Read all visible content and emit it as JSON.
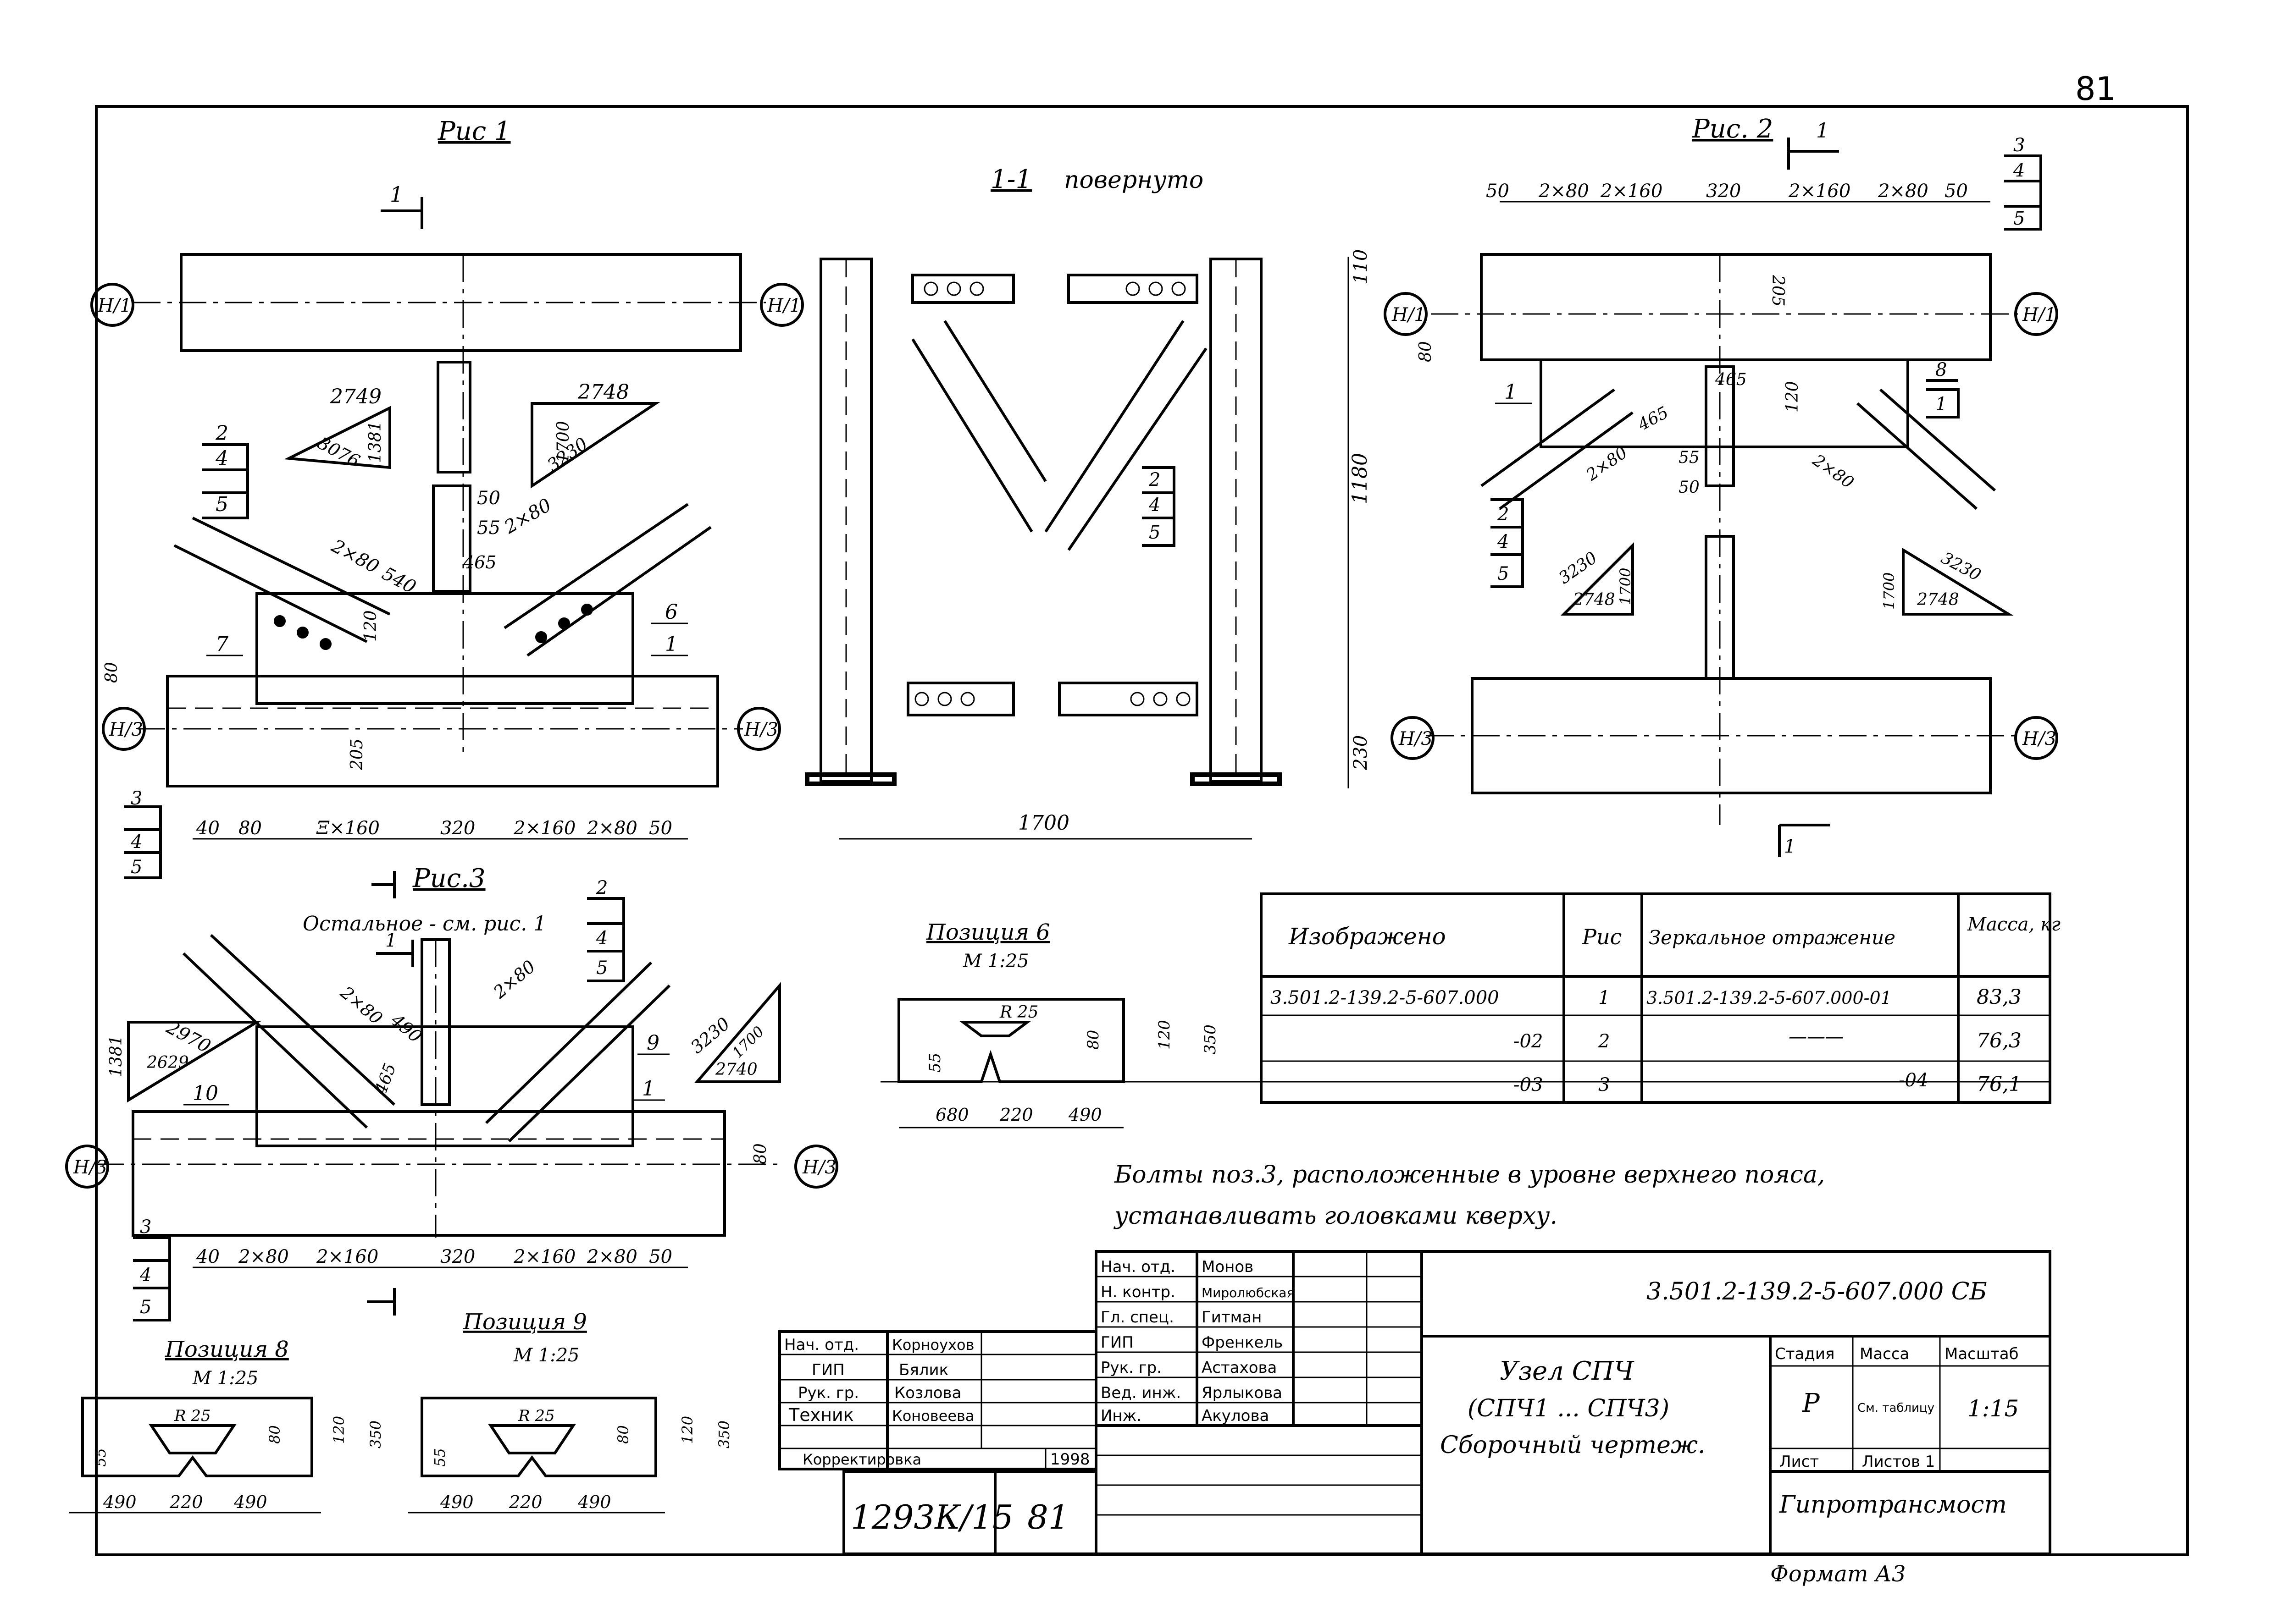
{
  "page_number": "81",
  "figures": {
    "fig1": {
      "title": "Рис 1",
      "section_mark": "1",
      "grid_left": "Н/1",
      "grid_right": "Н/1",
      "grid_bottom_left": "Н/3",
      "grid_bottom_right": "Н/3",
      "slope_left": {
        "top": "2749",
        "hyp": "3076",
        "side": "1381"
      },
      "slope_right": {
        "top": "2748",
        "hyp": "3230",
        "side": "1700"
      },
      "callouts": [
        "2",
        "4",
        "5",
        "7",
        "6",
        "1",
        "3",
        "4",
        "5"
      ],
      "dims": [
        "2×80",
        "540",
        "50",
        "55",
        "2×80",
        "465",
        "120",
        "205",
        "80",
        "40",
        "80",
        "Ξ×160",
        "320",
        "2×160",
        "2×80",
        "50"
      ]
    },
    "section": {
      "title": "1-1",
      "subtitle": "повернуто",
      "dims": [
        "110",
        "1180",
        "230",
        "1700"
      ],
      "callouts": [
        "2",
        "4",
        "5"
      ]
    },
    "fig2": {
      "title": "Рис. 2",
      "section_mark": "1",
      "grid_left": "Н/1",
      "grid_right": "Н/1",
      "grid_bottom_left": "Н/3",
      "grid_bottom_right": "Н/3",
      "top_dims": [
        "50",
        "2×80",
        "2×160",
        "320",
        "2×160",
        "2×80",
        "50"
      ],
      "callouts_right": [
        "3",
        "4",
        "5"
      ],
      "callouts": [
        "1",
        "8",
        "1",
        "2",
        "4",
        "5"
      ],
      "dims": [
        "205",
        "80",
        "465",
        "120",
        "465",
        "2×80",
        "55",
        "50",
        "2×80"
      ],
      "slope_left": {
        "top": "3230",
        "hyp": "2748",
        "side": "1700"
      },
      "slope_right": {
        "top": "3230",
        "hyp": "2748",
        "side": "1700"
      }
    },
    "fig3": {
      "title": "Рис.3",
      "note": "Остальное - см. рис. 1",
      "section_mark": "1",
      "grid_left": "Н/3",
      "grid_right": "Н/3",
      "slope_left": {
        "top": "2970",
        "hyp": "2629",
        "side": "1381"
      },
      "slope_right": {
        "top": "3230",
        "hyp": "2740",
        "side": "1700"
      },
      "callouts": [
        "2",
        "4",
        "5",
        "10",
        "9",
        "1",
        "3",
        "4",
        "5"
      ],
      "dims": [
        "2×80",
        "490",
        "2×80",
        "465",
        "80",
        "40",
        "2×80",
        "2×160",
        "320",
        "2×160",
        "2×80",
        "50"
      ]
    }
  },
  "positions": {
    "p6": {
      "title": "Позиция 6",
      "scale": "М 1:25",
      "radius": "R 25",
      "dims": [
        "55",
        "80",
        "120",
        "350",
        "680",
        "220",
        "490"
      ]
    },
    "p8": {
      "title": "Позиция 8",
      "scale": "М 1:25",
      "radius": "R 25",
      "dims": [
        "55",
        "80",
        "120",
        "350",
        "490",
        "220",
        "490"
      ]
    },
    "p9": {
      "title": "Позиция 9",
      "scale": "М 1:25",
      "radius": "R 25",
      "dims": [
        "55",
        "80",
        "120",
        "350",
        "490",
        "220",
        "490"
      ]
    }
  },
  "table": {
    "headers": [
      "Изображено",
      "Рис",
      "Зеркальное отражение",
      "Масса, кг"
    ],
    "rows": [
      [
        "3.501.2-139.2-5-607.000",
        "1",
        "3.501.2-139.2-5-607.000-01",
        "83,3"
      ],
      [
        "-02",
        "2",
        "———",
        "76,3"
      ],
      [
        "-03",
        "3",
        "-04",
        "76,1"
      ]
    ]
  },
  "note": {
    "line1": "Болты поз.3, расположенные в уровне верхнего пояса,",
    "line2": "устанавливать головками кверху."
  },
  "title_block": {
    "code": "3.501.2-139.2-5-607.000 СБ",
    "name_line1": "Узел СПЧ",
    "name_line2": "(СПЧ1 ... СПЧ3)",
    "name_line3": "Сборочный чертеж.",
    "stage_label": "Стадия",
    "mass_label": "Масса",
    "scale_label": "Масштаб",
    "stage": "Р",
    "mass_value": "См. таблицу",
    "scale": "1:15",
    "sheet_label": "Лист",
    "sheets_label": "Листов 1",
    "org": "Гипротрансмост",
    "format": "Формат А3",
    "inventory": "1293К/15",
    "sheet_no": "81",
    "signers_right": [
      {
        "role": "Нач. отд.",
        "name": "Монов"
      },
      {
        "role": "Н. контр.",
        "name": "Миролюбская"
      },
      {
        "role": "Гл. спец.",
        "name": "Гитман"
      },
      {
        "role": "ГИП",
        "name": "Френкель"
      },
      {
        "role": "Рук. гр.",
        "name": "Астахова"
      },
      {
        "role": "Вед. инж.",
        "name": "Ярлыкова"
      },
      {
        "role": "Инж.",
        "name": "Акулова"
      }
    ],
    "signers_left": [
      {
        "role": "Нач. отд.",
        "name": "Корноухов"
      },
      {
        "role": "ГИП",
        "name": "Бялик"
      },
      {
        "role": "Рук. гр.",
        "name": "Козлова"
      },
      {
        "role": "Техник",
        "name": "Коновеева"
      },
      {
        "role": "Корректировка",
        "name": "1998"
      }
    ]
  }
}
